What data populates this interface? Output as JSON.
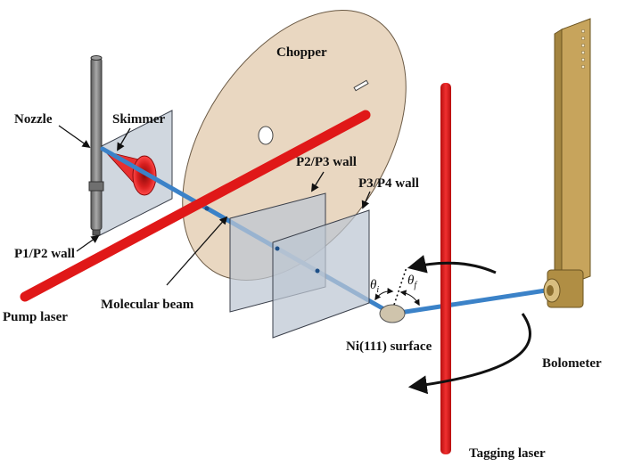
{
  "labels": {
    "chopper": "Chopper",
    "nozzle": "Nozzle",
    "skimmer": "Skimmer",
    "p2p3_wall": "P2/P3 wall",
    "p3p4_wall": "P3/P4 wall",
    "p1p2_wall": "P1/P2 wall",
    "molecular_beam": "Molecular beam",
    "pump_laser": "Pump laser",
    "surface": "Ni(111) surface",
    "bolometer": "Bolometer",
    "tagging_laser": "Tagging laser"
  },
  "angles": {
    "theta": "θ",
    "incident_sub": "i",
    "final_sub": "f"
  },
  "colors": {
    "laser": "#e01818",
    "beam": "#3b82c8",
    "chopper": "#e6d2b8",
    "wall": "#bcc6d2",
    "bolometer": "#c7a45c",
    "nozzle": "#7d7d7d",
    "skimmer": "#e83030",
    "surface": "#cfc4ac"
  }
}
